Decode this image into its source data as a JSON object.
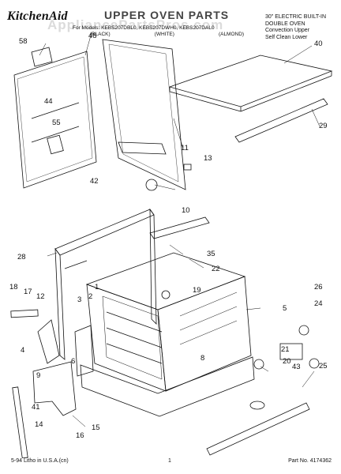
{
  "header": {
    "brand": "KitchenAid",
    "title": "UPPER OVEN PARTS",
    "watermark": "AppliancePartsPros.com",
    "models_line": "For Models: KEBS207DBL0, KEBS207DWH0, KEBS207DAL0",
    "colors": [
      "(BLACK)",
      "(WHITE)",
      "(ALMOND)"
    ],
    "desc_lines": [
      "30\" ELECTRIC BUILT-IN",
      "DOUBLE OVEN",
      "Convection Upper",
      "Self Clean Lower"
    ]
  },
  "callouts": [
    "58",
    "48",
    "44",
    "55",
    "42",
    "40",
    "29",
    "11",
    "13",
    "10",
    "28",
    "35",
    "22",
    "18",
    "17",
    "12",
    "3",
    "2",
    "1",
    "19",
    "5",
    "26",
    "24",
    "21",
    "25",
    "4",
    "9",
    "6",
    "8",
    "20",
    "43",
    "41",
    "14",
    "15",
    "16"
  ],
  "footer": {
    "left": "5-94 Litho in U.S.A.(cn)",
    "center": "1",
    "right": "Part No. 4174362"
  },
  "colors": {
    "line": "#111111",
    "paper": "#ffffff",
    "watermark": "#cfcfcf"
  }
}
